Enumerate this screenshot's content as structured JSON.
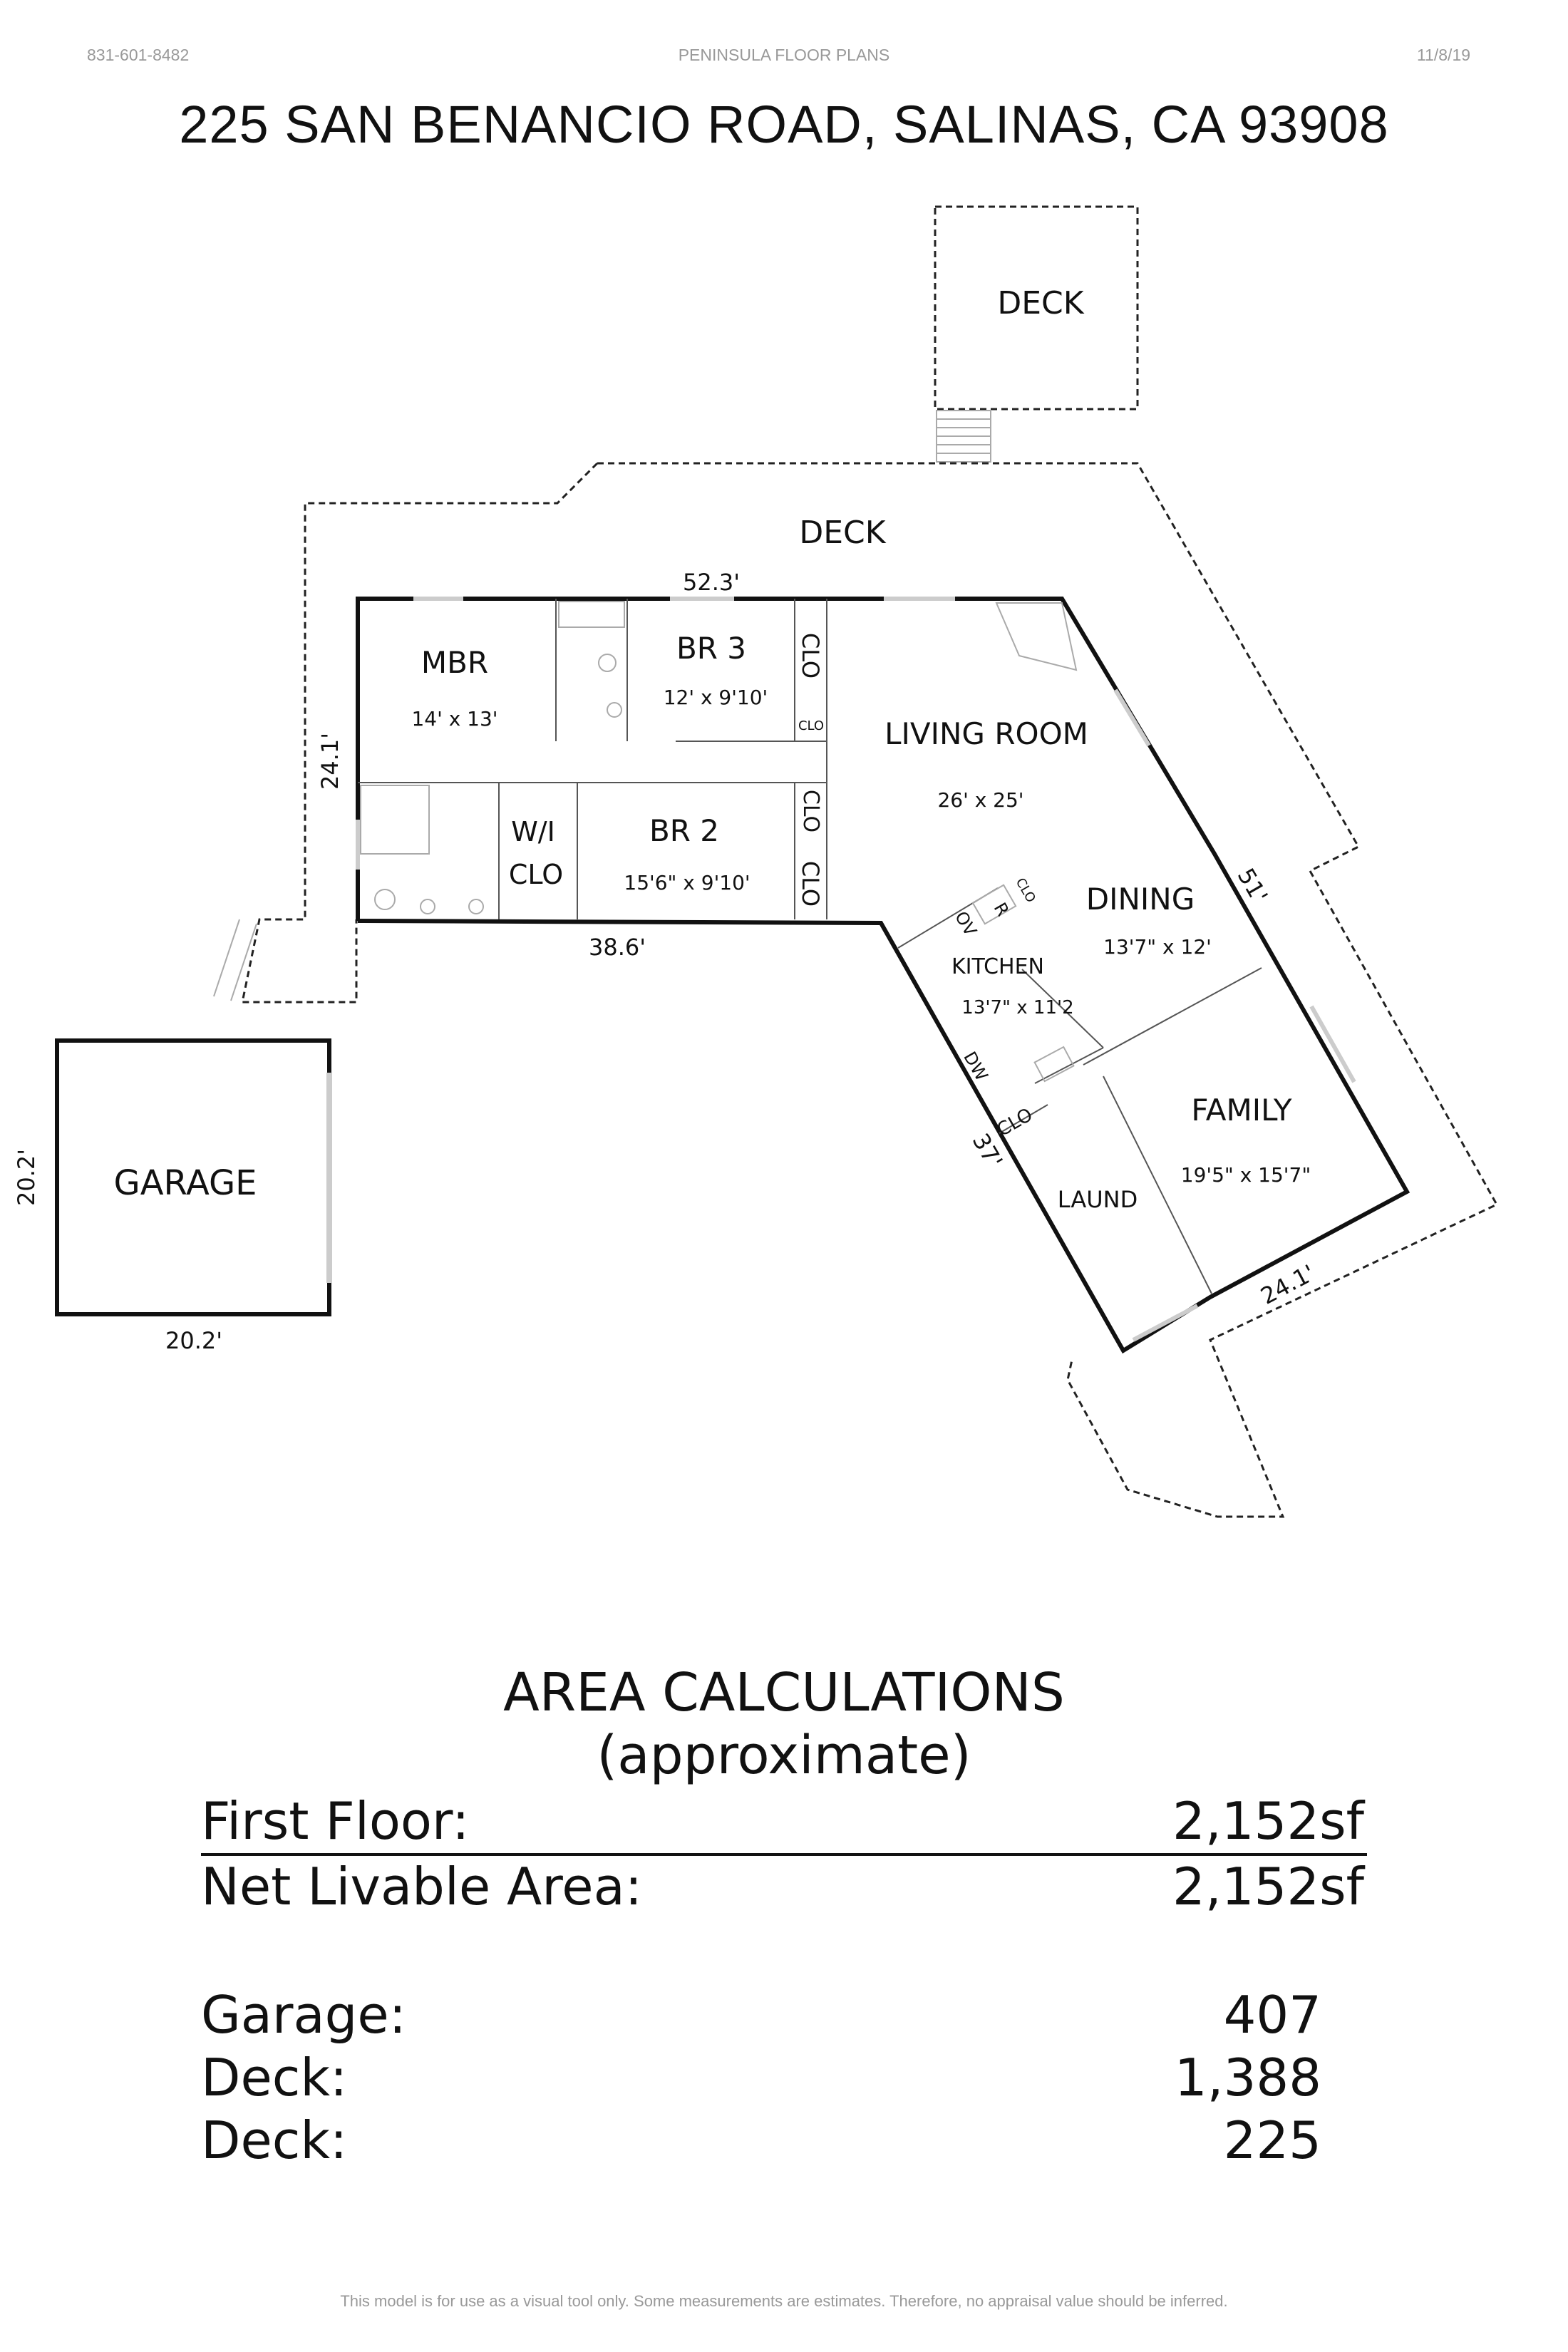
{
  "header": {
    "phone": "831-601-8482",
    "company": "PENINSULA FLOOR PLANS",
    "date": "11/8/19"
  },
  "title": "225 SAN BENANCIO ROAD, SALINAS, CA  93908",
  "plan": {
    "rooms": {
      "deck_top": "DECK",
      "deck_main": "DECK",
      "mbr": "MBR",
      "mbr_dim": "14' x 13'",
      "br3": "BR 3",
      "br3_dim": "12' x 9'10'",
      "br2": "BR 2",
      "br2_dim": "15'6\" x 9'10'",
      "wi": "W/I",
      "wi_clo": "CLO",
      "living": "LIVING ROOM",
      "living_dim": "26' x 25'",
      "dining": "DINING",
      "dining_dim": "13'7\" x 12'",
      "kitchen": "KITCHEN",
      "kitchen_dim": "13'7\" x 11'2",
      "family": "FAMILY",
      "family_dim": "19'5\" x 15'7\"",
      "laund": "LAUND",
      "garage": "GARAGE",
      "clo": "CLO",
      "ov": "OV",
      "r": "R",
      "dw": "DW"
    },
    "dimensions": {
      "top_wall": "52.3'",
      "left_wall": "24.1'",
      "bottom_wall": "38.6'",
      "diagonal_right": "51'",
      "diagonal_lower": "37'",
      "family_bottom": "24.1'",
      "garage_height": "20.2'",
      "garage_width": "20.2'"
    }
  },
  "area_calculations": {
    "title": "AREA CALCULATIONS",
    "subtitle": "(approximate)",
    "rows": [
      {
        "label": "First  Floor:",
        "value": "2,152sf"
      },
      {
        "label": "Net Livable Area:",
        "value": "2,152sf"
      },
      {
        "label": "Garage:",
        "value": "407"
      },
      {
        "label": "Deck:",
        "value": "1,388"
      },
      {
        "label": "Deck:",
        "value": "225"
      }
    ]
  },
  "footer": "This model is for use as a visual tool only.  Some measurements are estimates.  Therefore, no appraisal value should be inferred."
}
